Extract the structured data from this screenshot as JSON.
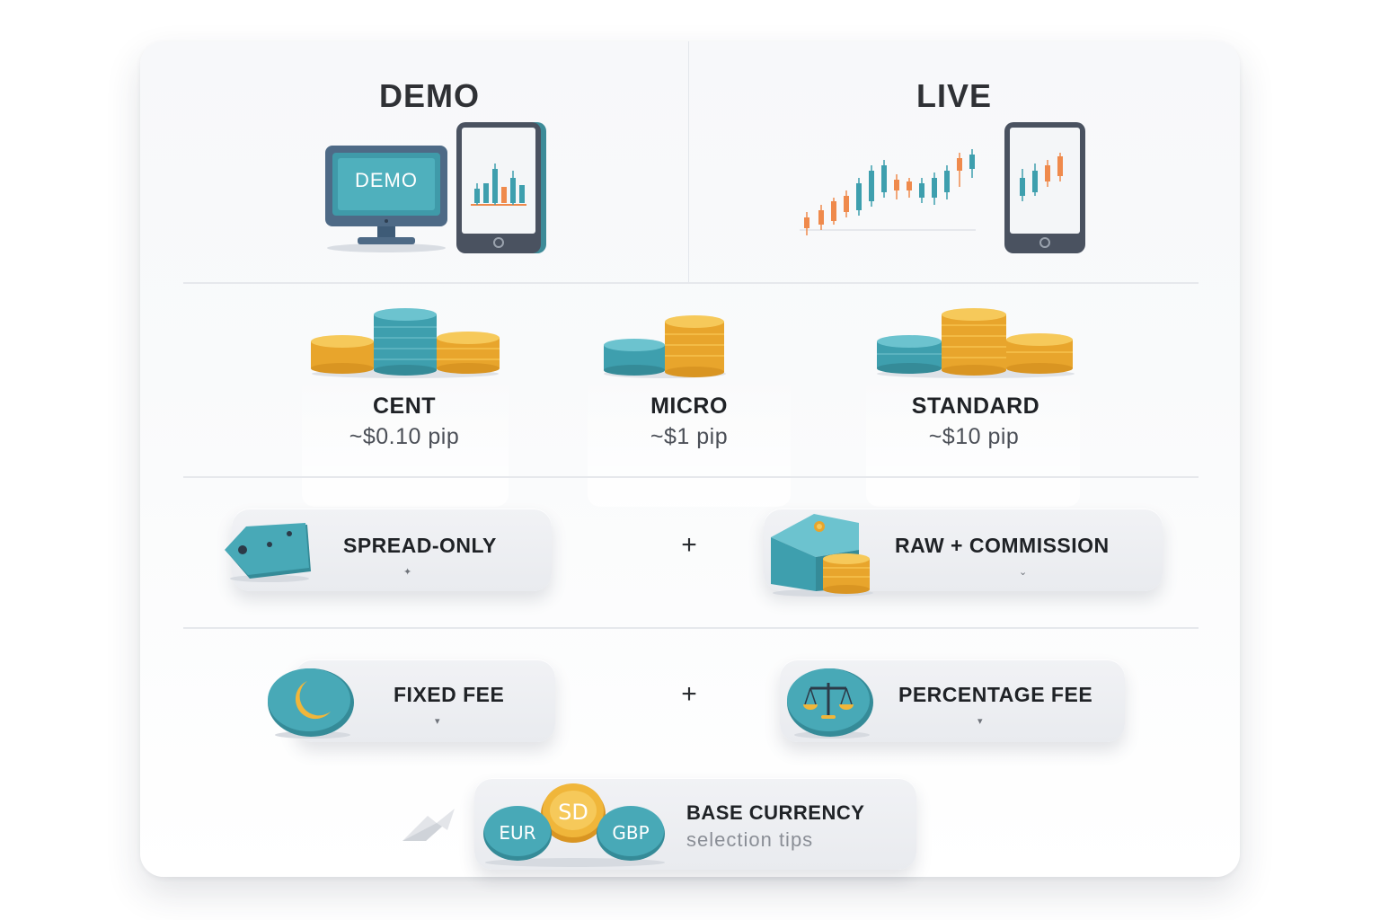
{
  "panels": {
    "demo": {
      "title": "DEMO",
      "screen_label": "DEMO"
    },
    "live": {
      "title": "LIVE"
    }
  },
  "tiers": [
    {
      "name": "CENT",
      "pip": "~$0.10 pip"
    },
    {
      "name": "MICRO",
      "pip": "~$1 pip"
    },
    {
      "name": "STANDARD",
      "pip": "~$10 pip"
    }
  ],
  "pricing": {
    "left": "SPREAD-ONLY",
    "joiner": "+",
    "right": "RAW + COMMISSION"
  },
  "fees": {
    "left": "FIXED FEE",
    "joiner": "+",
    "right": "PERCENTAGE FEE"
  },
  "base_currency": {
    "title": "BASE CURRENCY",
    "subtitle": "selection tips",
    "coins": [
      "EUR",
      "SD",
      "GBP"
    ]
  },
  "colors": {
    "teal": "#3e9fae",
    "gold": "#f0b63a",
    "orange": "#ef8a4c",
    "dark": "#2f3135"
  },
  "icons": [
    "monitor-icon",
    "tablet-icon",
    "candlestick-chart-icon",
    "coin-stack-icon",
    "price-tag-icon",
    "moon-icon",
    "scale-icon",
    "currency-coin-icon"
  ]
}
